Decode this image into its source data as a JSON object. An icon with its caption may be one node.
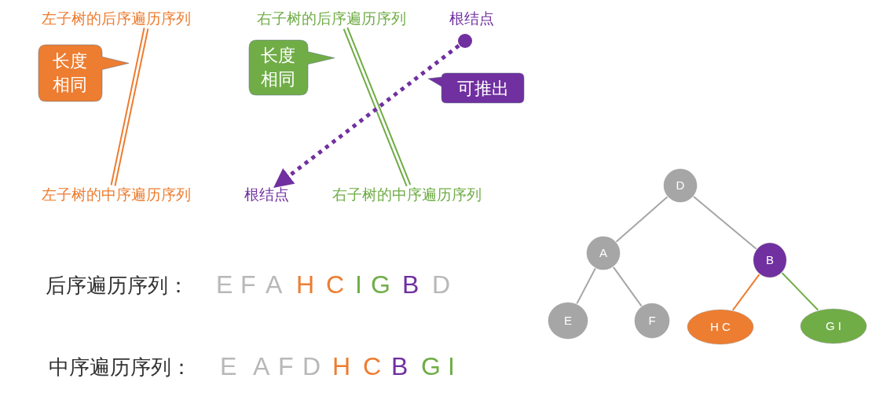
{
  "diagram": {
    "nodes": [
      {
        "text": [
          "左子树的后序遍历序列"
        ]
      },
      {
        "text": [
          "长度相同"
        ]
      },
      {
        "text": [
          "左子树的中序遍历序列"
        ]
      },
      {
        "text": [
          "右子树的后序遍历序列"
        ]
      },
      {
        "text": [
          "长度相同"
        ]
      },
      {
        "text": [
          "右子树的中序遍历序列"
        ]
      },
      {
        "text": [
          "根结点"
        ]
      },
      {
        "text": [],
        "shape": "circle"
      },
      {
        "text": [
          "可推出"
        ]
      },
      {
        "text": [
          "根结点"
        ]
      },
      {
        "text": [
          "D"
        ]
      },
      {
        "text": [
          "A"
        ]
      },
      {
        "text": [
          "B"
        ]
      },
      {
        "text": [
          "E"
        ]
      },
      {
        "text": [
          "F"
        ]
      },
      {
        "text": [
          "H C"
        ]
      },
      {
        "text": [
          "G I"
        ]
      }
    ],
    "edges": [
      {
        "from": 0,
        "to": 2,
        "arrow": "none",
        "color": "#ed7d31"
      },
      {
        "from": 3,
        "to": 5,
        "arrow": "none",
        "color": "#70ad47"
      },
      {
        "from": 7,
        "to": 9,
        "arrow": "to",
        "style": "dashed",
        "color": "#7030a0"
      },
      {
        "from": 10,
        "to": 11,
        "arrow": "none"
      },
      {
        "from": 10,
        "to": 12,
        "arrow": "none"
      },
      {
        "from": 11,
        "to": 13,
        "arrow": "none"
      },
      {
        "from": 11,
        "to": 14,
        "arrow": "none"
      },
      {
        "from": 12,
        "to": 15,
        "arrow": "none",
        "color": "#ed7d31"
      },
      {
        "from": 12,
        "to": 16,
        "arrow": "none",
        "color": "#70ad47"
      }
    ],
    "labels": [
      "后序遍历序列：",
      "E",
      "F",
      "A",
      "H",
      "C",
      "I",
      "G",
      "B",
      "D",
      "中序遍历序列：",
      "E",
      "A",
      "F",
      "D",
      "H",
      "C",
      "B",
      "G",
      "I"
    ]
  }
}
